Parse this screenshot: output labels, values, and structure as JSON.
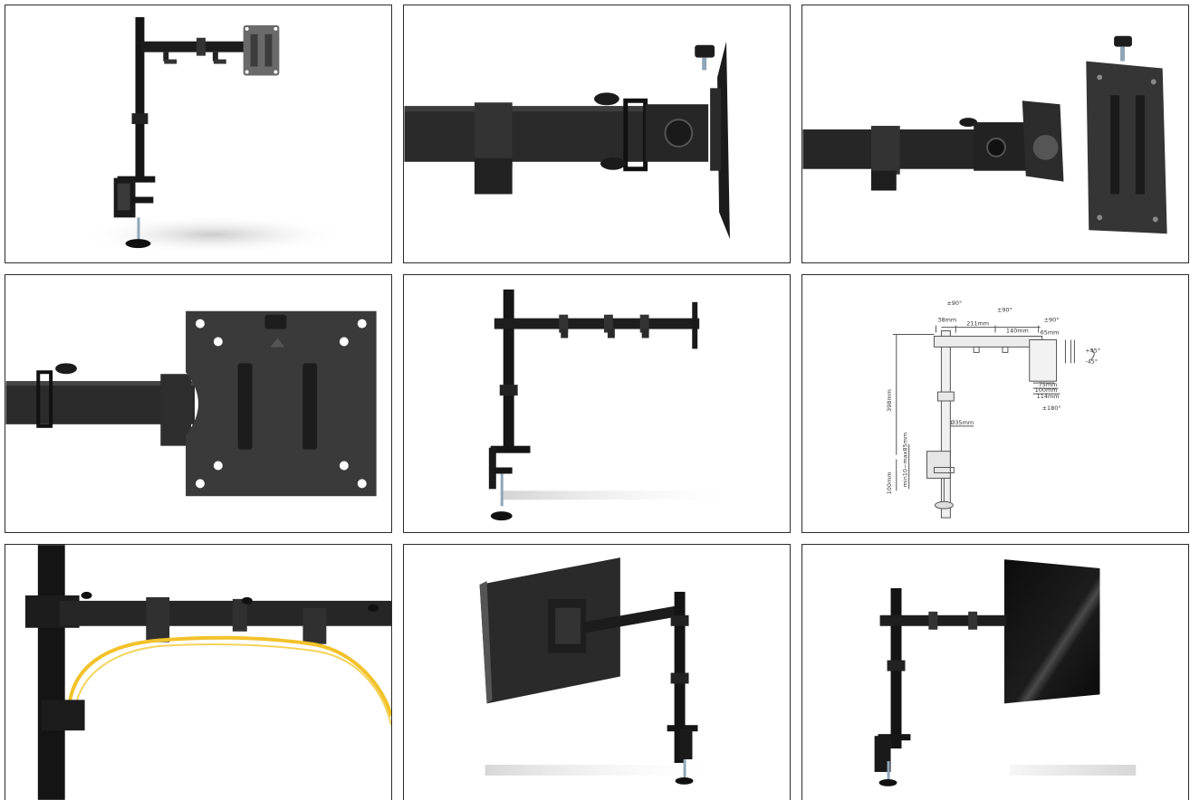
{
  "gallery": {
    "tiles": [
      {
        "subject": "monitor-arm-overview"
      },
      {
        "subject": "arm-tip-closeup"
      },
      {
        "subject": "vesa-plate-detached"
      },
      {
        "subject": "vesa-plate-front"
      },
      {
        "subject": "arm-side-view"
      },
      {
        "subject": "dimension-drawing"
      },
      {
        "subject": "cable-clip-closeup"
      },
      {
        "subject": "monitor-mounted-rear"
      },
      {
        "subject": "monitor-mounted-front"
      }
    ]
  },
  "diagram": {
    "rot_top_left": "±90°",
    "rot_top_mid": "±90°",
    "rot_top_right": "±90°",
    "rot_bottom": "±180°",
    "dim_38": "38mm",
    "dim_211": "211mm",
    "dim_140": "140mm",
    "dim_65": "65mm",
    "tilt_up": "+45°",
    "tilt_down": "-45°",
    "vesa_75": "75mm",
    "vesa_100": "100mm",
    "vesa_114": "114mm",
    "height_398": "398mm",
    "pole_dia": "Ø35mm",
    "clamp_range": "min10~max85mm",
    "base_100": "100mm"
  }
}
